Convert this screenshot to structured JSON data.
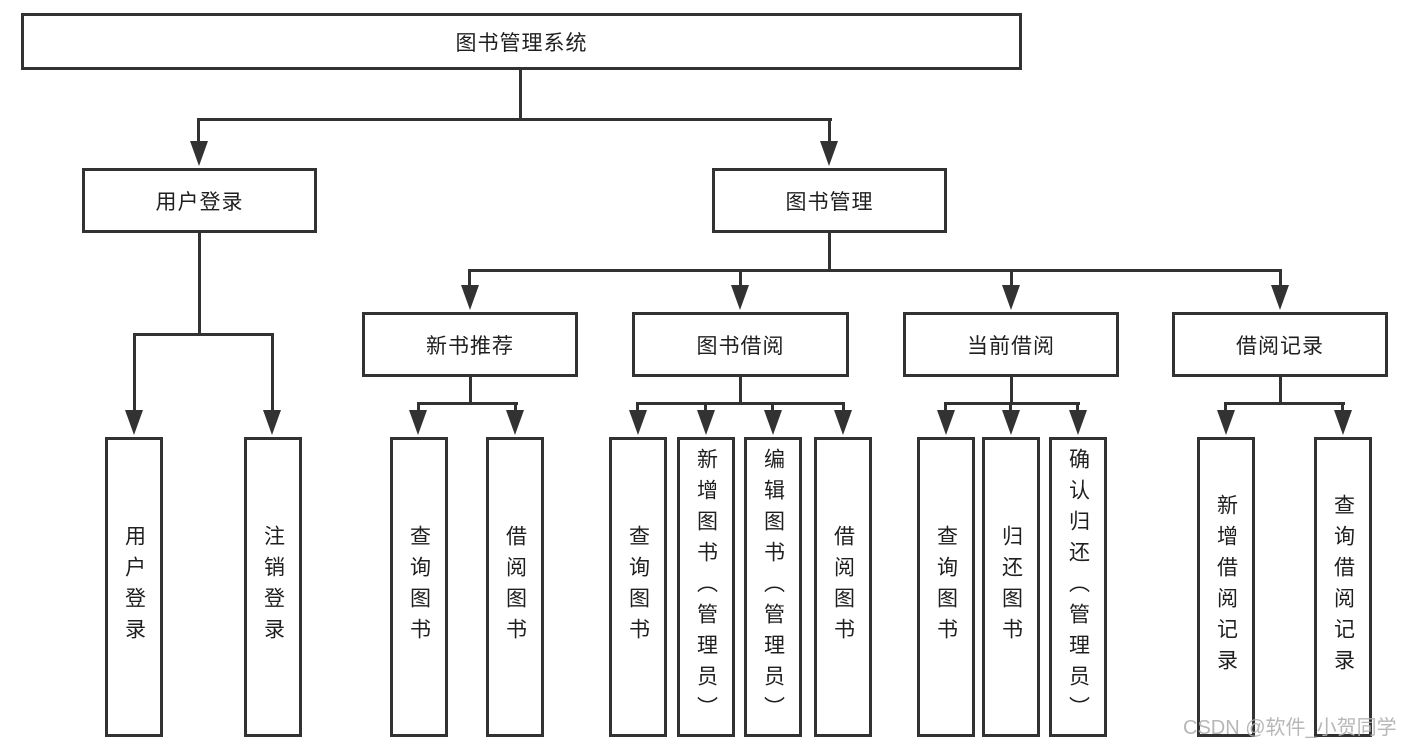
{
  "diagram": {
    "type": "hierarchy-tree",
    "root": {
      "label": "图书管理系统"
    },
    "branches": [
      {
        "label": "用户登录",
        "children": [
          {
            "label": "用户登录"
          },
          {
            "label": "注销登录"
          }
        ]
      },
      {
        "label": "图书管理",
        "children": [
          {
            "label": "新书推荐",
            "children": [
              {
                "label": "查询图书"
              },
              {
                "label": "借阅图书"
              }
            ]
          },
          {
            "label": "图书借阅",
            "children": [
              {
                "label": "查询图书"
              },
              {
                "label": "新增图书（管理员）"
              },
              {
                "label": "编辑图书（管理员）"
              },
              {
                "label": "借阅图书"
              }
            ]
          },
          {
            "label": "当前借阅",
            "children": [
              {
                "label": "查询图书"
              },
              {
                "label": "归还图书"
              },
              {
                "label": "确认归还（管理员）"
              }
            ]
          },
          {
            "label": "借阅记录",
            "children": [
              {
                "label": "新增借阅记录"
              },
              {
                "label": "查询借阅记录"
              }
            ]
          }
        ]
      }
    ]
  },
  "watermark": {
    "text": "CSDN @软件_小贺同学"
  },
  "colors": {
    "line": "#323232",
    "box_border": "#323232",
    "text": "#1f1f1f",
    "background": "#ffffff",
    "watermark": "#b1b1b1"
  }
}
